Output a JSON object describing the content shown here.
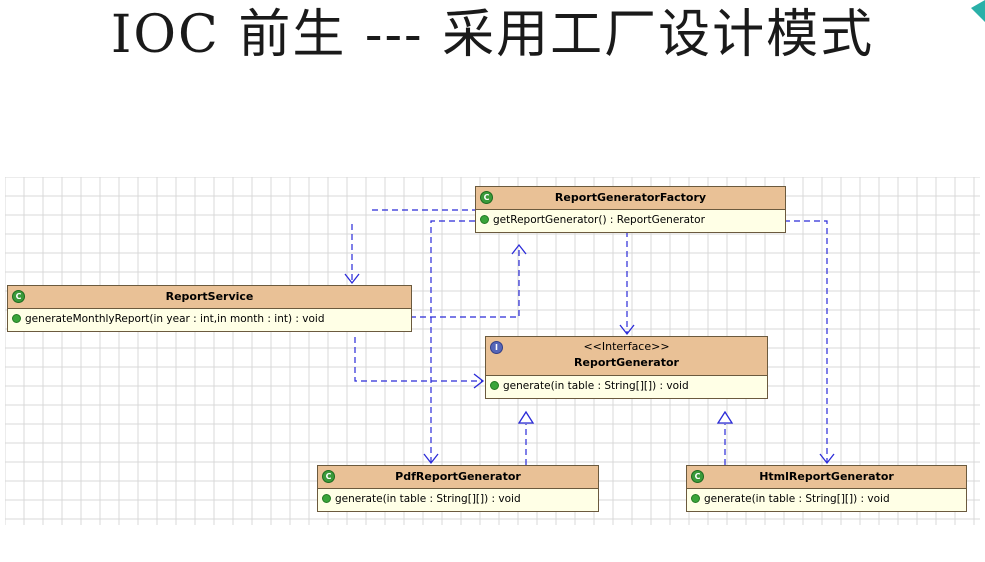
{
  "slide": {
    "title": "IOC 前生 --- 采用工厂设计模式"
  },
  "diagram": {
    "classes": {
      "factory": {
        "badge": "C",
        "name": "ReportGeneratorFactory",
        "operations": [
          "getReportGenerator() : ReportGenerator"
        ]
      },
      "service": {
        "badge": "C",
        "name": "ReportService",
        "operations": [
          "generateMonthlyReport(in year : int,in month : int) : void"
        ]
      },
      "generator": {
        "badge": "I",
        "stereotype": "<<Interface>>",
        "name": "ReportGenerator",
        "operations": [
          "generate(in table : String[][]) : void"
        ]
      },
      "pdf": {
        "badge": "C",
        "name": "PdfReportGenerator",
        "operations": [
          "generate(in table : String[][]) : void"
        ]
      },
      "html": {
        "badge": "C",
        "name": "HtmlReportGenerator",
        "operations": [
          "generate(in table : String[][]) : void"
        ]
      }
    }
  },
  "colors": {
    "header": "#e9c196",
    "body": "#ffffe6",
    "border": "#6b5a3e",
    "connector": "#2a2ad8",
    "grid": "#d8d8d8",
    "accent": "#2ab0a8"
  }
}
